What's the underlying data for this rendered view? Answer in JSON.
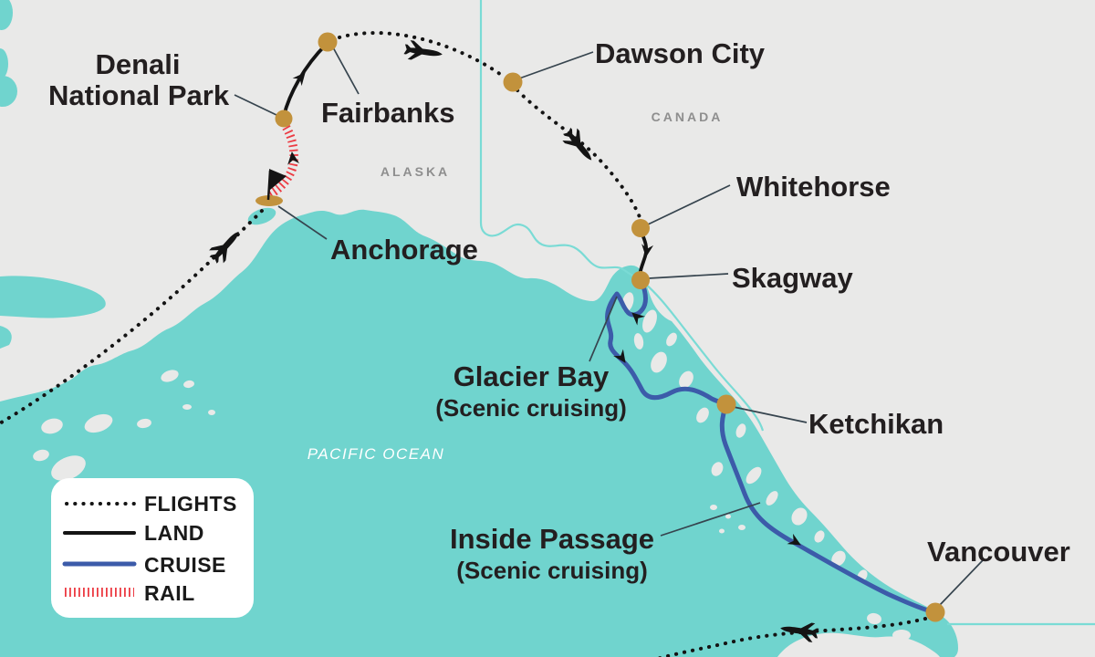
{
  "colors": {
    "water": "#70D4CE",
    "land": "#E9E9E8",
    "marker_gold": "#C2923C",
    "cruise_blue": "#3C5BA9",
    "rail_red": "#EC3B43",
    "route_black": "#141414",
    "label_dark": "#231F20",
    "region_gray": "#8E8E8E",
    "leader_line": "#36444E",
    "legend_bg": "#FFFFFF"
  },
  "regions": {
    "alaska": "ALASKA",
    "canada": "CANADA",
    "pacific_ocean": "PACIFIC OCEAN"
  },
  "locations": {
    "denali": {
      "line1": "Denali",
      "line2": "National Park"
    },
    "fairbanks": {
      "label": "Fairbanks"
    },
    "dawson_city": {
      "label": "Dawson City"
    },
    "whitehorse": {
      "label": "Whitehorse"
    },
    "skagway": {
      "label": "Skagway"
    },
    "anchorage": {
      "label": "Anchorage"
    },
    "glacier_bay": {
      "label": "Glacier Bay",
      "sublabel": "(Scenic cruising)"
    },
    "ketchikan": {
      "label": "Ketchikan"
    },
    "inside_passage": {
      "label": "Inside Passage",
      "sublabel": "(Scenic cruising)"
    },
    "vancouver": {
      "label": "Vancouver"
    }
  },
  "legend": {
    "items": [
      {
        "label": "FLIGHTS",
        "style": "dotted-black"
      },
      {
        "label": "LAND",
        "style": "solid-black"
      },
      {
        "label": "CRUISE",
        "style": "solid-blue"
      },
      {
        "label": "RAIL",
        "style": "hatched-red"
      }
    ]
  }
}
